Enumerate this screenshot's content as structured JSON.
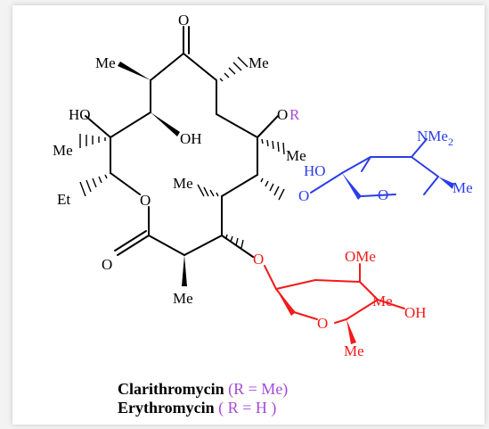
{
  "colors": {
    "background": "#f3f3f3",
    "card": "#ffffff",
    "macrolide": "#000000",
    "desosamine": "#2a3de8",
    "cladinose": "#f21a1a",
    "r_group": "#a64ad8"
  },
  "labels": {
    "O_top": "O",
    "Me_top_left": "Me",
    "Me_top_right": "Me",
    "HO_left": "HO",
    "OH_left": "OH",
    "Me_left": "Me",
    "Et": "Et",
    "O_ring": "O",
    "Me_mid": "Me",
    "O_carbonyl": "O",
    "Me_bottom": "Me",
    "O_R": "O",
    "R": "R",
    "Me_right": "Me"
  },
  "desosamine": {
    "NMe": "NMe",
    "sub2": "2",
    "HO": "HO",
    "O_ring": "O",
    "O_link": "O",
    "Me": "Me"
  },
  "cladinose": {
    "OMe": "OMe",
    "Me_ring": "Me",
    "OH": "OH",
    "O_ring": "O",
    "O_link": "O",
    "Me_bottom": "Me"
  },
  "caption": {
    "line1_name": "Clarithromycin",
    "line1_eq": "(R = Me)",
    "line2_name": "Erythromycin",
    "line2_eq": "( R = H )"
  }
}
